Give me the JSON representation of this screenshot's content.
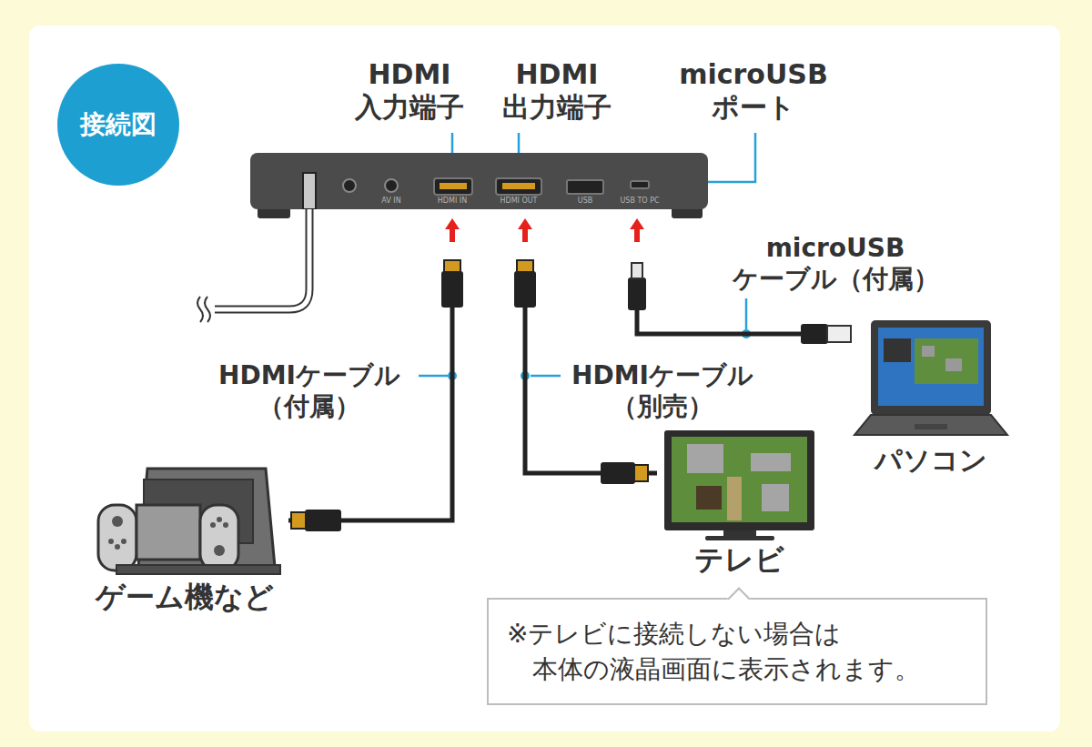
{
  "diagram": {
    "title": "接続図",
    "nodes": [
      {
        "text": [
          "AV IN",
          "HDMI IN",
          "HDMI OUT",
          "USB",
          "USB TO PC"
        ]
      },
      {
        "text": [
          "パソコン"
        ]
      },
      {
        "text": [
          "ゲーム機など"
        ]
      },
      {
        "text": [
          "テレビ"
        ]
      },
      {
        "text": [
          "※テレビに接続しない場合は 本体の液晶画面に表示されます。"
        ]
      }
    ],
    "edges": [
      {
        "from": 2,
        "to": 0,
        "arrow": "to",
        "label": "HDMIケーブル （付属）"
      },
      {
        "from": 3,
        "to": 0,
        "arrow": "to",
        "label": "HDMIケーブル （別売）"
      },
      {
        "from": 1,
        "to": 0,
        "arrow": "to",
        "label": "microUSB ケーブル（付属）"
      }
    ],
    "labels": [
      "HDMI 入力端子",
      "HDMI 出力端子",
      "microUSB ポート"
    ]
  }
}
